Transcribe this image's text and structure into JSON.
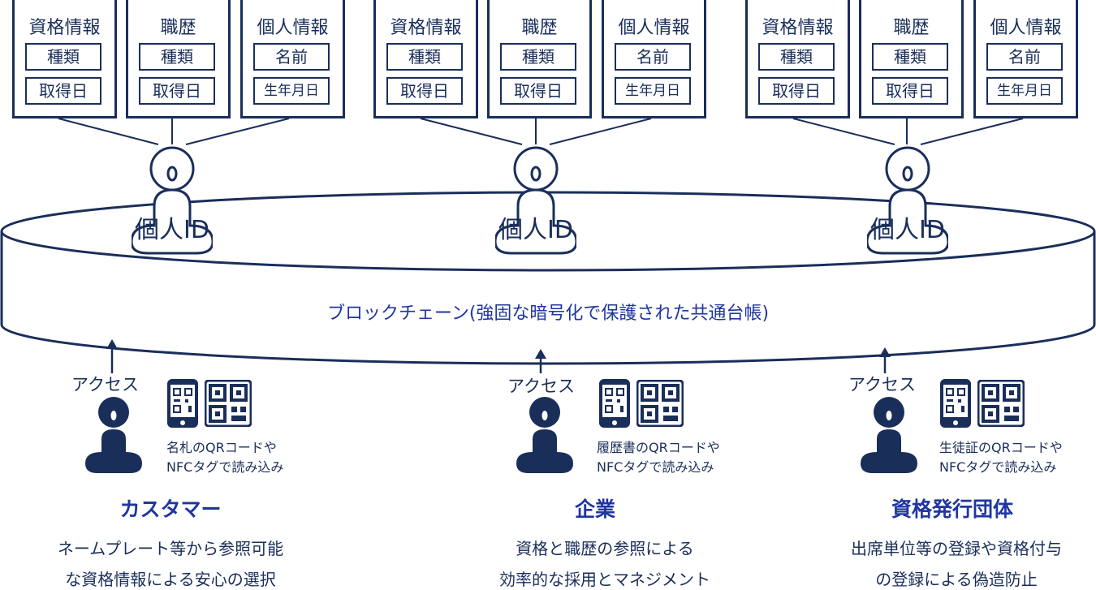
{
  "colors": {
    "navy": "#1a2e5a",
    "accent_blue": "#2036a0"
  },
  "groups": [
    {
      "cards": [
        {
          "title": "資格情報",
          "fields": [
            "種類",
            "取得日"
          ]
        },
        {
          "title": "職歴",
          "fields": [
            "種類",
            "取得日"
          ]
        },
        {
          "title": "個人情報",
          "fields": [
            "名前",
            "生年月日"
          ]
        }
      ],
      "person_label": "個人ID"
    },
    {
      "cards": [
        {
          "title": "資格情報",
          "fields": [
            "種類",
            "取得日"
          ]
        },
        {
          "title": "職歴",
          "fields": [
            "種類",
            "取得日"
          ]
        },
        {
          "title": "個人情報",
          "fields": [
            "名前",
            "生年月日"
          ]
        }
      ],
      "person_label": "個人ID"
    },
    {
      "cards": [
        {
          "title": "資格情報",
          "fields": [
            "種類",
            "取得日"
          ]
        },
        {
          "title": "職歴",
          "fields": [
            "種類",
            "取得日"
          ]
        },
        {
          "title": "個人情報",
          "fields": [
            "名前",
            "生年月日"
          ]
        }
      ],
      "person_label": "個人ID"
    }
  ],
  "blockchain_label": "ブロックチェーン(強固な暗号化で保護された共通台帳)",
  "users": [
    {
      "access_label": "アクセス",
      "read_note": [
        "名札のQRコードや",
        "NFCタグで読み込み"
      ],
      "role": "カスタマー",
      "description": [
        "ネームプレート等から参照可能",
        "な資格情報による安心の選択"
      ],
      "icons": [
        "smartphone-icon",
        "qr-code-icon"
      ]
    },
    {
      "access_label": "アクセス",
      "read_note": [
        "履歴書のQRコードや",
        "NFCタグで読み込み"
      ],
      "role": "企業",
      "description": [
        "資格と職歴の参照による",
        "効率的な採用とマネジメント"
      ],
      "icons": [
        "smartphone-icon",
        "qr-code-icon"
      ]
    },
    {
      "access_label": "アクセス",
      "read_note": [
        "生徒証のQRコードや",
        "NFCタグで読み込み"
      ],
      "role": "資格発行団体",
      "description": [
        "出席単位等の登録や資格付与",
        "の登録による偽造防止"
      ],
      "icons": [
        "smartphone-icon",
        "qr-code-icon"
      ]
    }
  ]
}
